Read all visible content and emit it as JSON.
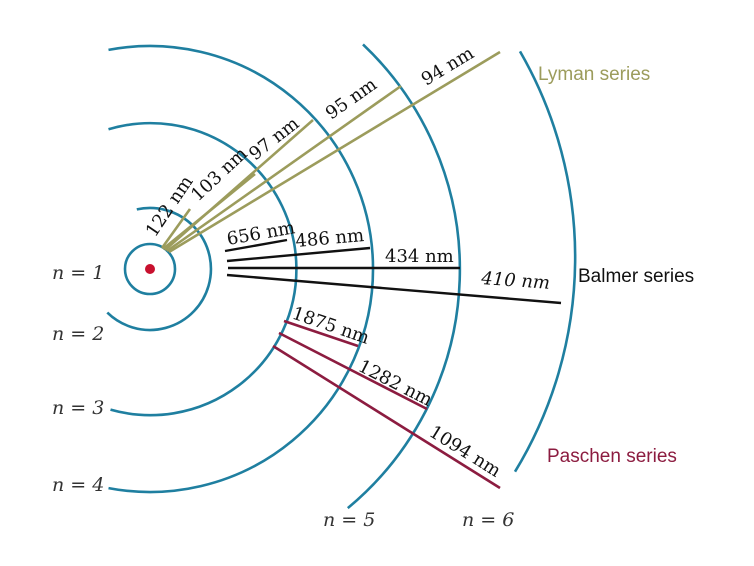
{
  "colors": {
    "orbit": "#1f7fa0",
    "nucleus": "#c8102e",
    "lyman": "#9c9c5c",
    "balmer": "#111111",
    "paschen": "#8c1c40"
  },
  "levels": {
    "n1": "n = 1",
    "n2": "n = 2",
    "n3": "n = 3",
    "n4": "n = 4",
    "n5": "n = 5",
    "n6": "n = 6"
  },
  "series": {
    "lyman": {
      "name": "Lyman series",
      "wavelengths": [
        "122 nm",
        "103 nm",
        "97 nm",
        "95 nm",
        "94 nm"
      ]
    },
    "balmer": {
      "name": "Balmer series",
      "wavelengths": [
        "656 nm",
        "486 nm",
        "434 nm",
        "410 nm"
      ]
    },
    "paschen": {
      "name": "Paschen series",
      "wavelengths": [
        "1875 nm",
        "1282 nm",
        "1094 nm"
      ]
    }
  }
}
